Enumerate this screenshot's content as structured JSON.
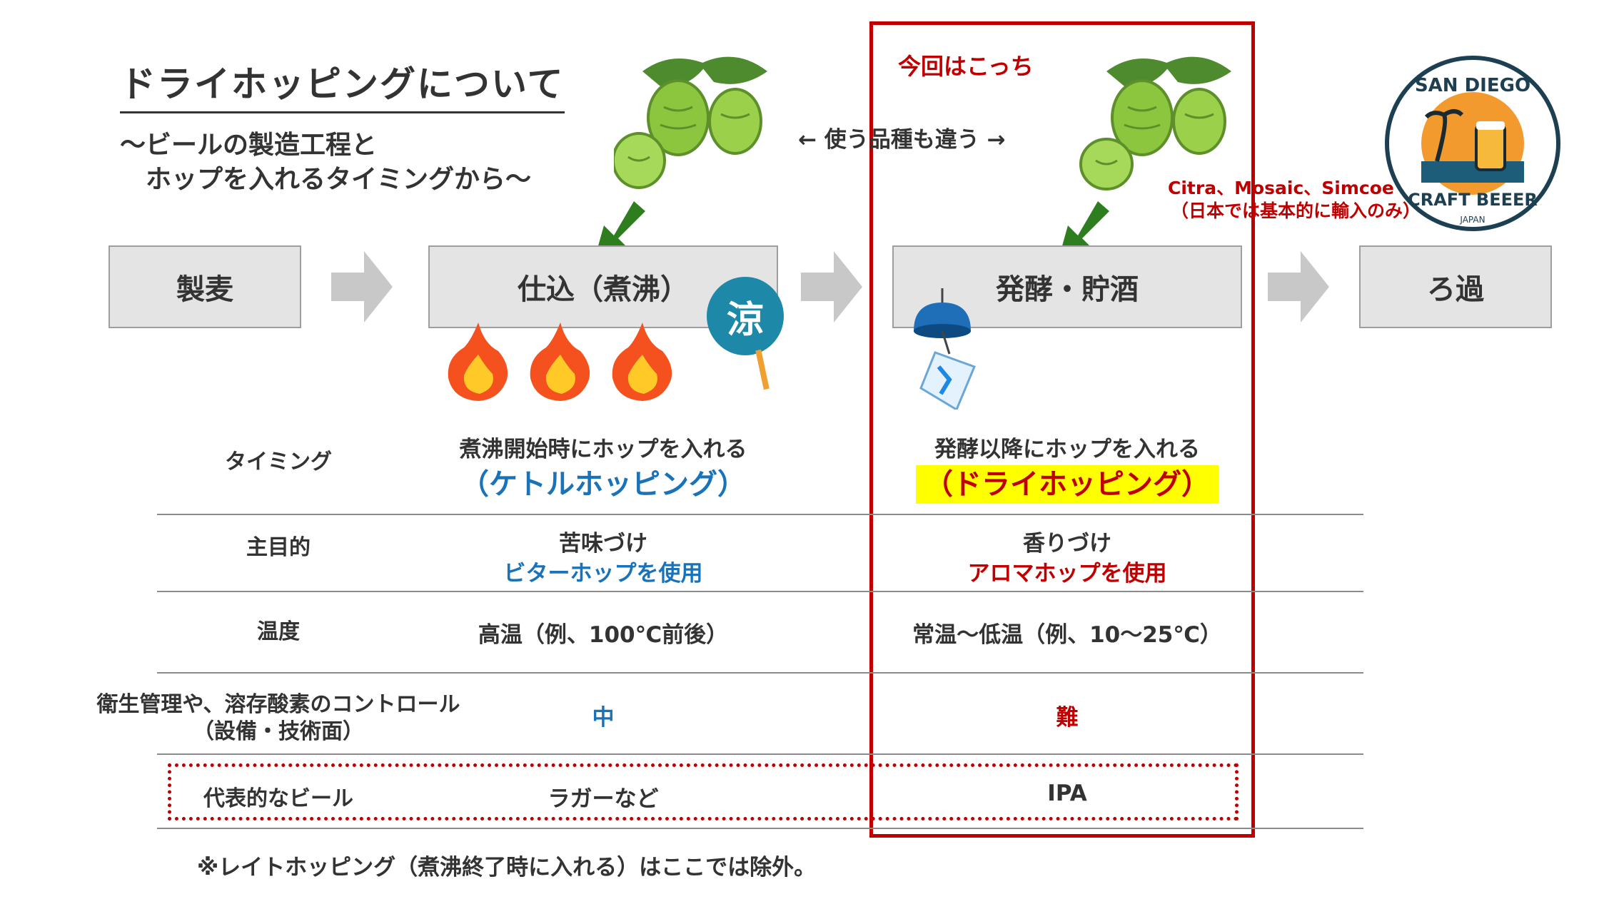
{
  "title": "ドライホッピングについて",
  "subtitle_line1": "～ビールの製造工程と",
  "subtitle_line2": "ホップを入れるタイミングから～",
  "steps": [
    "製麦",
    "仕込（煮沸）",
    "発酵・貯酒",
    "ろ過"
  ],
  "annotations": {
    "this_time": "今回はこっち",
    "variety_note": "← 使う品種も違う →",
    "varieties": "Citra、Mosaic、Simcoe 他",
    "import_note": "（日本では基本的に輸入のみ）",
    "fan_char": "涼"
  },
  "logo": {
    "top": "SAN DIEGO",
    "bottom": "CRAFT BEEER",
    "sub": "JAPAN"
  },
  "rows": {
    "timing": {
      "label": "タイミング",
      "kettle_line1": "煮沸開始時にホップを入れる",
      "kettle_line2": "（ケトルホッピング）",
      "dry_line1": "発酵以降にホップを入れる",
      "dry_line2": "（ドライホッピング）"
    },
    "purpose": {
      "label": "主目的",
      "kettle_line1": "苦味づけ",
      "kettle_line2": "ビターホップを使用",
      "dry_line1": "香りづけ",
      "dry_line2": "アロマホップを使用"
    },
    "temperature": {
      "label": "温度",
      "kettle": "高温（例、100℃前後）",
      "dry": "常温～低温（例、10～25℃）"
    },
    "control": {
      "label_line1": "衛生管理や、溶存酸素のコントロール",
      "label_line2": "（設備・技術面）",
      "kettle": "中",
      "dry": "難"
    },
    "beer": {
      "label": "代表的なビール",
      "kettle": "ラガーなど",
      "dry": "IPA"
    }
  },
  "footnote": "※レイトホッピング（煮沸終了時に入れる）はここでは除外。",
  "colors": {
    "accent_red": "#c00000",
    "accent_blue": "#1a73b8",
    "highlight": "#ffff00",
    "step_bg": "#e4e4e4",
    "arrow": "#c8c8c8",
    "hop_green": "#8cc63f"
  }
}
